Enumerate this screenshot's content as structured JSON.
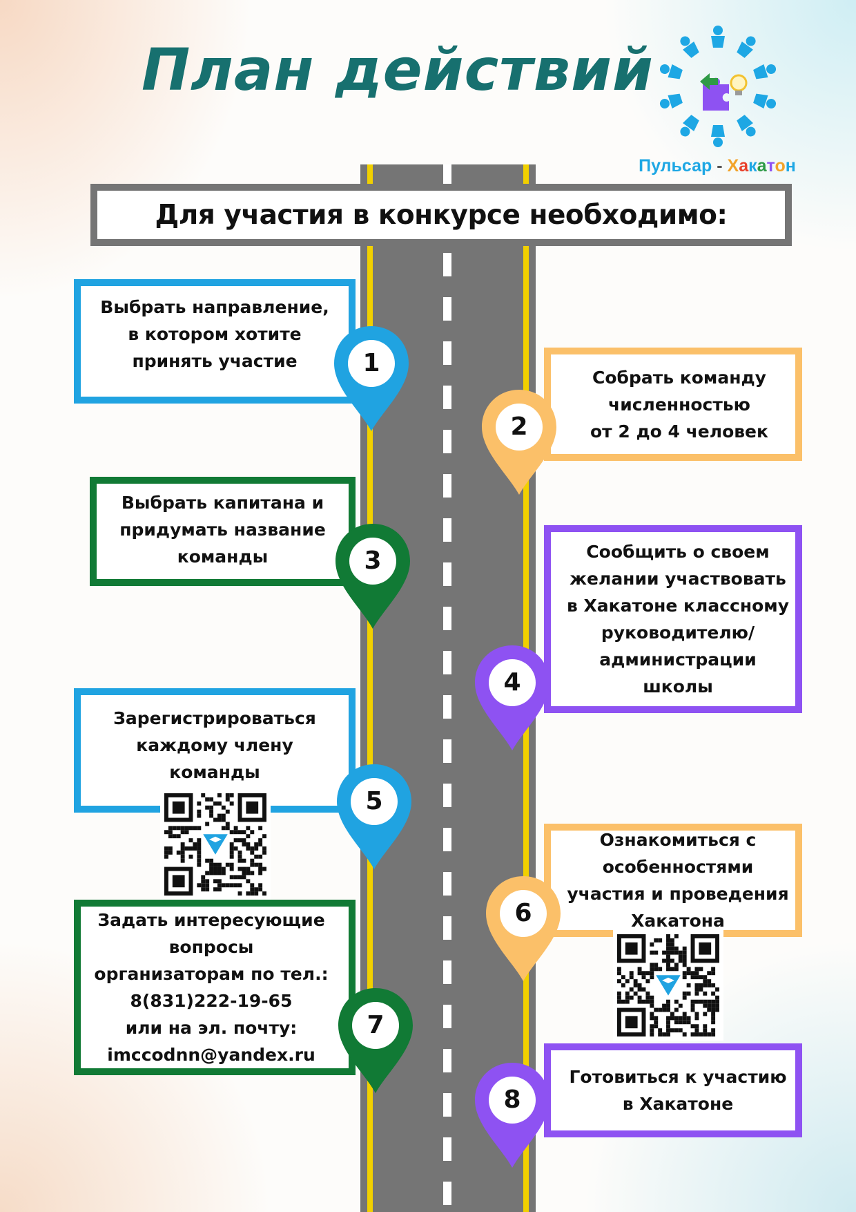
{
  "title": "План действий",
  "logo": {
    "name_part1": "Пульсар",
    "separator": " - ",
    "name_part2_letters": [
      "Х",
      "а",
      "к",
      "а",
      "т",
      "о",
      "н"
    ]
  },
  "banner": "Для участия в конкурсе необходимо:",
  "steps": [
    {
      "number": "1",
      "lines": [
        "Выбрать направление,",
        "в котором хотите",
        "принять участие"
      ]
    },
    {
      "number": "2",
      "lines": [
        "Собрать команду",
        "численностью",
        "от 2 до 4 человек"
      ]
    },
    {
      "number": "3",
      "lines": [
        "Выбрать капитана и",
        "придумать название",
        "команды"
      ]
    },
    {
      "number": "4",
      "lines": [
        "Сообщить о своем",
        "желании участвовать",
        "в Хакатоне классному",
        "руководителю/",
        "администрации",
        "школы"
      ]
    },
    {
      "number": "5",
      "lines": [
        "Зарегистрироваться",
        "каждому члену",
        "команды"
      ]
    },
    {
      "number": "6",
      "lines": [
        "Ознакомиться с",
        "особенностями",
        "участия и проведения",
        "Хакатона"
      ]
    },
    {
      "number": "7",
      "lines": [
        "Задать интересующие",
        "вопросы",
        "организаторам по тел.:",
        "8(831)222-19-65",
        "или на эл. почту:",
        "imccodnn@yandex.ru"
      ]
    },
    {
      "number": "8",
      "lines": [
        "Готовиться к участию",
        "в Хакатоне"
      ]
    }
  ],
  "colors": {
    "blue": "#20a3e1",
    "orange": "#fbc069",
    "green": "#117a35",
    "purple": "#8e52f2",
    "title": "#17706f",
    "road": "#757575",
    "lane": "#f1d000"
  },
  "icons": [
    "people-circle-icon",
    "puzzle-icon",
    "lightbulb-icon",
    "qr-code-icon",
    "map-pin-icon"
  ]
}
